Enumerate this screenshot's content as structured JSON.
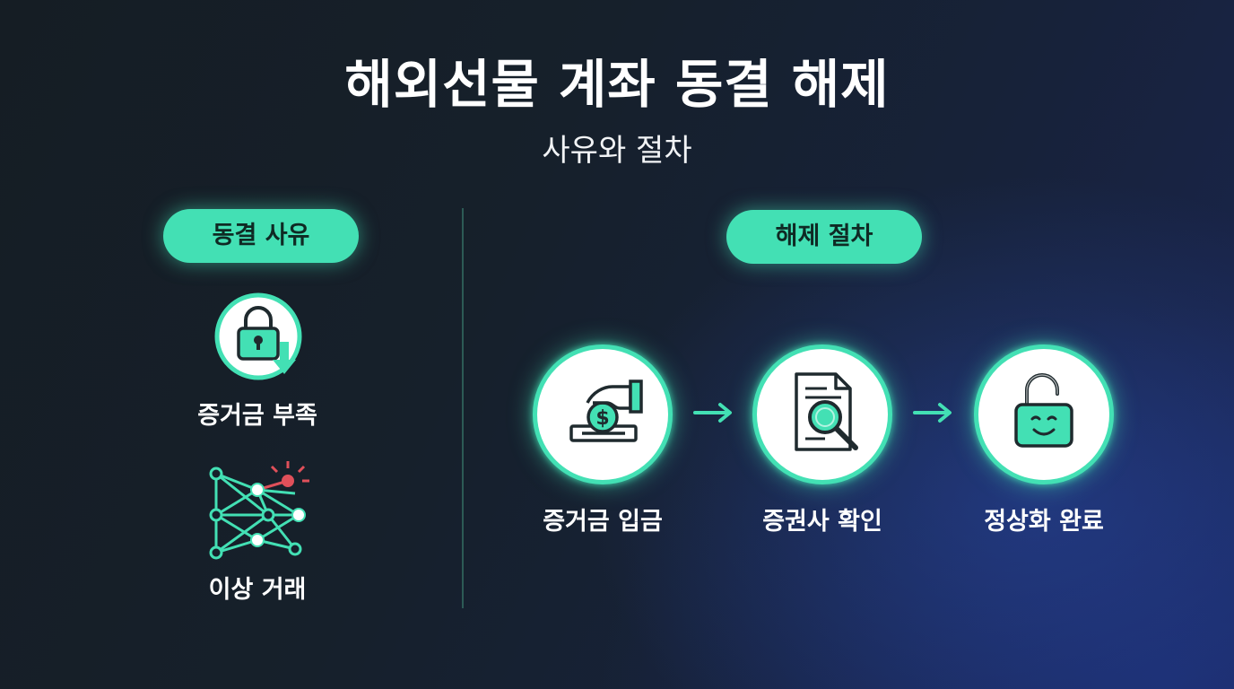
{
  "title": "해외선물 계좌 동결 해제",
  "subtitle": "사유와 절차",
  "left_section": {
    "heading": "동결 사유",
    "reasons": [
      {
        "label": "증거금 부족",
        "icon": "lock-down-arrow-icon"
      },
      {
        "label": "이상 거래",
        "icon": "network-alert-icon"
      }
    ]
  },
  "right_section": {
    "heading": "해제 절차",
    "steps": [
      {
        "label": "증거금 입금",
        "icon": "hand-coin-deposit-icon"
      },
      {
        "label": "증권사 확인",
        "icon": "document-magnifier-icon"
      },
      {
        "label": "정상화 완료",
        "icon": "unlocked-smile-icon"
      }
    ]
  },
  "colors": {
    "accent": "#43e0b4",
    "alert": "#e0505a",
    "pill_text": "#0f2a24",
    "icon_stroke": "#1f2a2e"
  }
}
